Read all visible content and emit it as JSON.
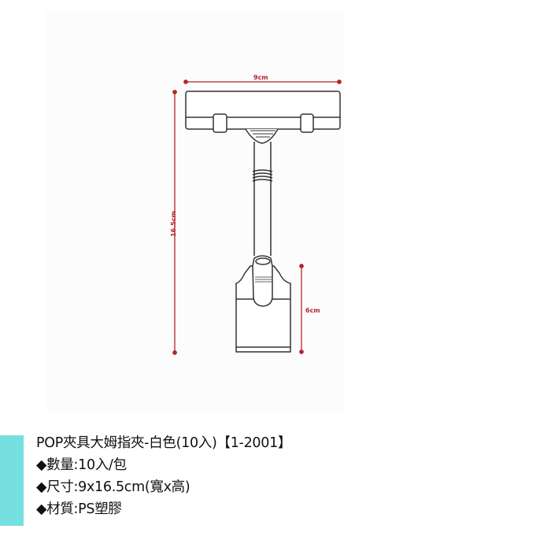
{
  "diagram": {
    "width_label": "9cm",
    "height_label": "16.5cm",
    "base_label": "6cm",
    "line_color": "#333333",
    "dimension_color": "#b5232b"
  },
  "product": {
    "title": "POP夾具大姆指夾-白色(10入)【1-2001】",
    "specs": [
      {
        "bullet": "◆",
        "label": "數量",
        "value": "10入/包",
        "text": "◆數量:10入/包"
      },
      {
        "bullet": "◆",
        "label": "尺寸",
        "value": "9x16.5cm(寬x高)",
        "text": "◆尺寸:9x16.5cm(寬x高)"
      },
      {
        "bullet": "◆",
        "label": "材質",
        "value": "PS塑膠",
        "text": "◆材質:PS塑膠"
      }
    ]
  },
  "accent_color": "#75e0df"
}
